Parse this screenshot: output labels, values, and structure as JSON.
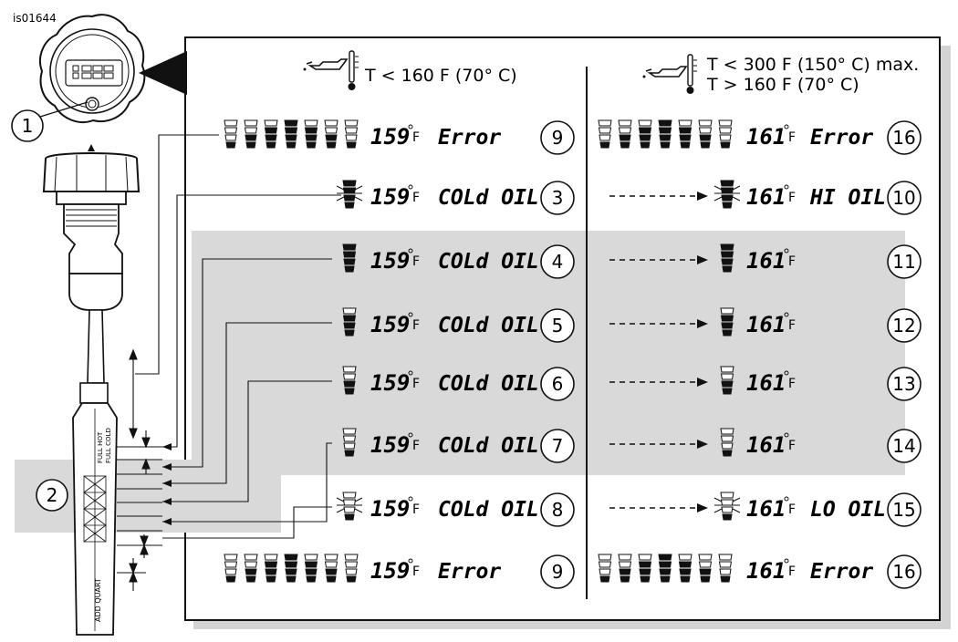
{
  "figure_id": "is01644",
  "headers": {
    "left": "T < 160 F (70° C)",
    "right_line1": "T < 300 F (150° C) max.",
    "right_line2": "T > 160 F (70° C)"
  },
  "cap_callout": "1",
  "dipstick_callout": "2",
  "dipstick_markings": {
    "full_hot": "FULL HOT",
    "full_cold": "FULL COLD",
    "add_quart": "ADD QUART"
  },
  "left_rows": [
    {
      "id": "9",
      "temp": "159",
      "unit": "F",
      "message": "Error"
    },
    {
      "id": "3",
      "temp": "159",
      "unit": "F",
      "message": "COLd OIL"
    },
    {
      "id": "4",
      "temp": "159",
      "unit": "F",
      "message": "COLd OIL"
    },
    {
      "id": "5",
      "temp": "159",
      "unit": "F",
      "message": "COLd OIL"
    },
    {
      "id": "6",
      "temp": "159",
      "unit": "F",
      "message": "COLd OIL"
    },
    {
      "id": "7",
      "temp": "159",
      "unit": "F",
      "message": "COLd OIL"
    },
    {
      "id": "8",
      "temp": "159",
      "unit": "F",
      "message": "COLd OIL"
    },
    {
      "id": "9",
      "temp": "159",
      "unit": "F",
      "message": "Error"
    }
  ],
  "right_rows": [
    {
      "id": "16",
      "temp": "161",
      "unit": "F",
      "message": "Error"
    },
    {
      "id": "10",
      "temp": "161",
      "unit": "F",
      "message": "HI OIL"
    },
    {
      "id": "11",
      "temp": "161",
      "unit": "F",
      "message": ""
    },
    {
      "id": "12",
      "temp": "161",
      "unit": "F",
      "message": ""
    },
    {
      "id": "13",
      "temp": "161",
      "unit": "F",
      "message": ""
    },
    {
      "id": "14",
      "temp": "161",
      "unit": "F",
      "message": ""
    },
    {
      "id": "15",
      "temp": "161",
      "unit": "F",
      "message": "LO OIL"
    },
    {
      "id": "16",
      "temp": "161",
      "unit": "F",
      "message": "Error"
    }
  ],
  "colors": {
    "line": "#111111",
    "shade": "#d9d9d9",
    "panel_shadow": "#d0d0d0"
  }
}
